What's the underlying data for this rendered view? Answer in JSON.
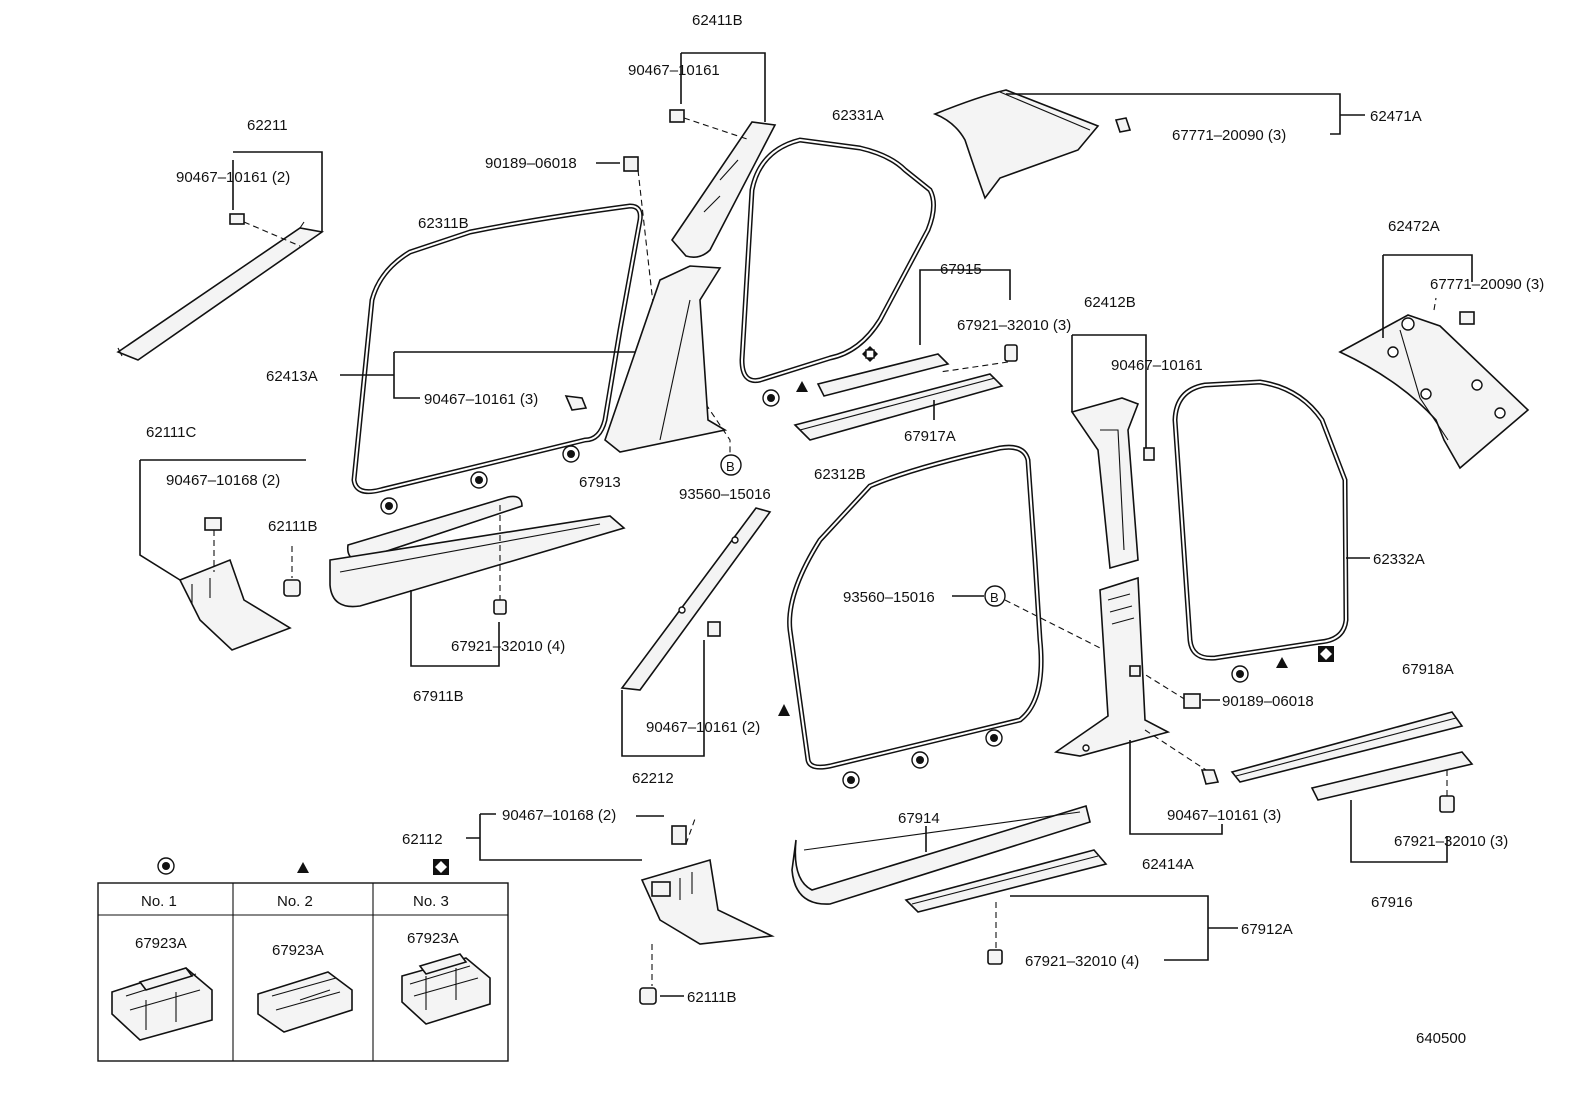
{
  "labels": {
    "p62411B": "62411B",
    "p90467_10161_a": "90467–10161",
    "p62211": "62211",
    "p90467_10161_2": "90467–10161 (2)",
    "p90189_06018_a": "90189–06018",
    "p62331A": "62331A",
    "p62471A": "62471A",
    "p67771_20090_3a": "67771–20090 (3)",
    "p62311B": "62311B",
    "p67915": "67915",
    "p67921_32010_3a": "67921–32010 (3)",
    "p62412B": "62412B",
    "p90467_10161_b": "90467–10161",
    "p62472A": "62472A",
    "p67771_20090_3b": "67771–20090 (3)",
    "p62413A": "62413A",
    "p90467_10161_3a": "90467–10161 (3)",
    "p67917A": "67917A",
    "p62111C": "62111C",
    "p90467_10168_2a": "90467–10168 (2)",
    "p67913": "67913",
    "p93560_15016_a": "93560–15016",
    "p62312B": "62312B",
    "p62111B_a": "62111B",
    "p93560_15016_b": "93560–15016",
    "p62332A": "62332A",
    "p67921_32010_4a": "67921–32010 (4)",
    "p67911B": "67911B",
    "p90467_10161_2b": "90467–10161 (2)",
    "p67918A": "67918A",
    "p90189_06018_b": "90189–06018",
    "p62212": "62212",
    "p90467_10168_2b": "90467–10168 (2)",
    "p62112": "62112",
    "p90467_10161_3b": "90467–10161 (3)",
    "p67914": "67914",
    "p67921_32010_3b": "67921–32010 (3)",
    "p62414A": "62414A",
    "p67916": "67916",
    "p67912A": "67912A",
    "p67921_32010_4b": "67921–32010 (4)",
    "p62111B_b": "62111B",
    "b_letter": "B",
    "drawing_no": "640500"
  },
  "legend": {
    "headers": [
      "No. 1",
      "No. 2",
      "No. 3"
    ],
    "parts": [
      "67923A",
      "67923A",
      "67923A"
    ],
    "symbols": [
      "circle-dot",
      "triangle",
      "diamond-square"
    ]
  }
}
